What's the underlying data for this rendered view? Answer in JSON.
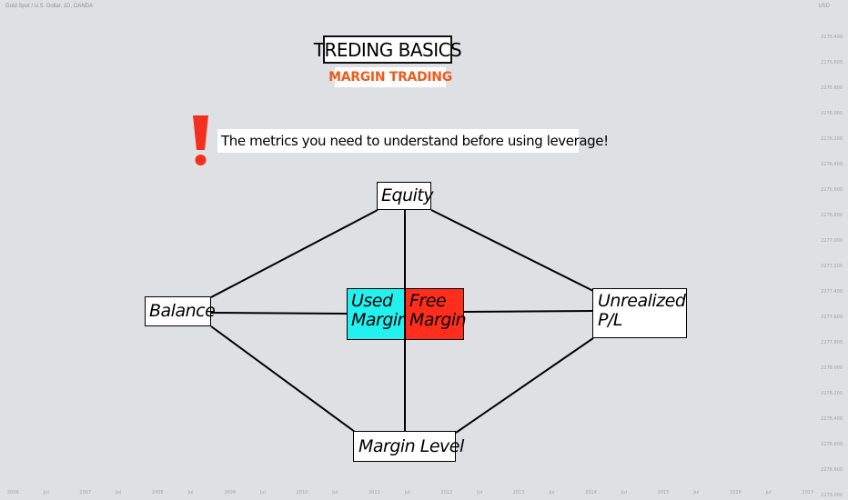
{
  "chart_header": "Gold Spot / U.S. Dollar, 1D, OANDA",
  "currency": "USD",
  "price_ticks": [
    "2275.400",
    "2275.600",
    "2275.800",
    "2276.000",
    "2276.200",
    "2276.400",
    "2276.600",
    "2276.800",
    "2277.000",
    "2277.200",
    "2277.400",
    "2277.600",
    "2277.800",
    "2278.000",
    "2278.200",
    "2278.400",
    "2278.600",
    "2278.800",
    "2279.000"
  ],
  "time_ticks": [
    "2006",
    "Jul",
    "2007",
    "Jul",
    "2008",
    "Jul",
    "2009",
    "Jul",
    "2010",
    "Jul",
    "2011",
    "Jul",
    "2012",
    "Jul",
    "2013",
    "Jul",
    "2014",
    "Jul",
    "2015",
    "Jul",
    "2016",
    "Jul",
    "2017"
  ],
  "title": "TREDING BASICS",
  "subtitle": "MARGIN TRADING",
  "warning_text": "The metrics you need to understand before using leverage!",
  "colors": {
    "background": "#dfe0e4",
    "accent_orange": "#ee5c1c",
    "exclamation_red": "#f2301f",
    "used_margin_fill": "#22f1ef",
    "free_margin_fill": "#ff2e1c"
  },
  "icons": [
    "exclamation-icon"
  ],
  "nodes": {
    "equity": "Equity",
    "balance": "Balance",
    "used_margin": [
      "Used",
      "Margin"
    ],
    "free_margin": [
      "Free",
      "Margin"
    ],
    "unrealized_pl": [
      "Unrealized",
      "P/L"
    ],
    "margin_level": "Margin Level"
  }
}
